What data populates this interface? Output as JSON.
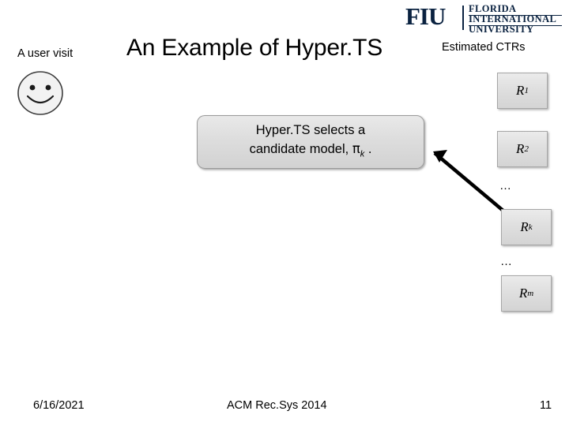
{
  "logo": {
    "abbrev": "FIU",
    "line1": "FLORIDA",
    "line2": "INTERNATIONAL",
    "line3": "UNIVERSITY"
  },
  "slide": {
    "title": "An Example of Hyper.TS",
    "left_label": "A user visit",
    "ctr_label": "Estimated CTRs",
    "center_box": {
      "line1": "Hyper.TS selects a",
      "line2_pre": "candidate model, ",
      "line2_sym": "π",
      "line2_sub": "k",
      "line2_post": " ."
    },
    "ctr_items": [
      {
        "base": "R",
        "sub": "1"
      },
      {
        "base": "R",
        "sub": "2"
      },
      {
        "base": "R",
        "sub": "k"
      },
      {
        "base": "R",
        "sub": "m"
      }
    ],
    "ellipsis_top": "…",
    "ellipsis_bottom": "…"
  },
  "footer": {
    "date": "6/16/2021",
    "center": "ACM Rec.Sys 2014",
    "page": "11"
  }
}
